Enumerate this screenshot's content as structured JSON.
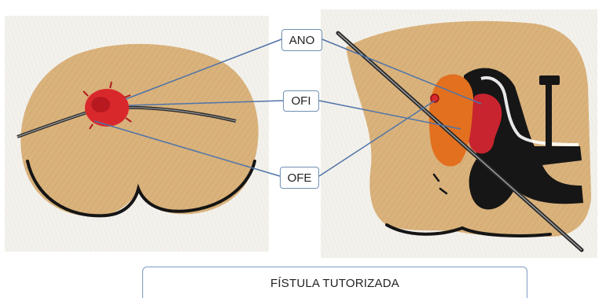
{
  "labels": {
    "ano": "ANO",
    "ofi": "OFI",
    "ofe": "OFE"
  },
  "caption": "FÍSTULA TUTORIZADA",
  "colors": {
    "skin": "#d9b27c",
    "skin_dark": "#c99a5e",
    "anus_red": "#d9282c",
    "abscess_orange": "#e2701f",
    "rectum_red": "#c8242f",
    "muscle_black": "#161616",
    "leader_line": "#4f74a8",
    "seton": "#2a2a2a"
  }
}
